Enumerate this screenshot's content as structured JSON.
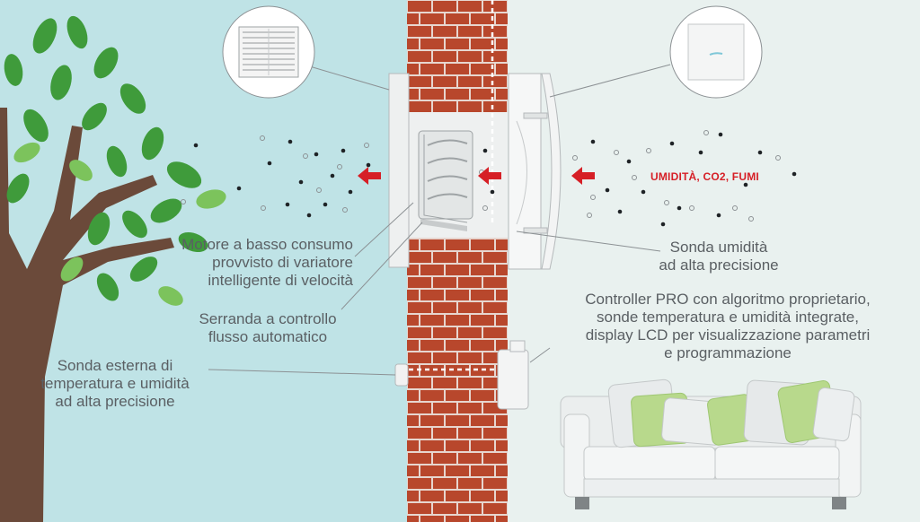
{
  "labels": {
    "motor": [
      "Motore a basso consumo",
      "provvisto di variatore",
      "intelligente di velocità"
    ],
    "shutter": [
      "Serranda a controllo",
      "flusso automatico"
    ],
    "external_probe": [
      "Sonda esterna di",
      "temperatura e umidità",
      "ad alta precisione"
    ],
    "humidity_probe": [
      "Sonda umidità",
      "ad alta precisione"
    ],
    "controller": [
      "Controller PRO con algoritmo proprietario,",
      "sonde temperatura e umidità integrate,",
      "display LCD per visualizzazione parametri",
      "e programmazione"
    ],
    "pollutants": "UMIDITÀ, CO2, FUMI"
  },
  "colors": {
    "outdoor_bg": "#bfe3e6",
    "indoor_bg": "#e9f1ef",
    "brick": "#b8472c",
    "mortar": "#e7d6cf",
    "trunk": "#6b4a3a",
    "leaf_dark": "#3f9b3b",
    "leaf_light": "#7cc35c",
    "accent_red": "#d61f26",
    "label_text": "#5a5f63"
  },
  "icons": [
    "tree-icon",
    "brick-wall",
    "grille-icon",
    "wall-switch-icon",
    "fan-unit",
    "flow-arrow-icon",
    "sofa-icon"
  ]
}
